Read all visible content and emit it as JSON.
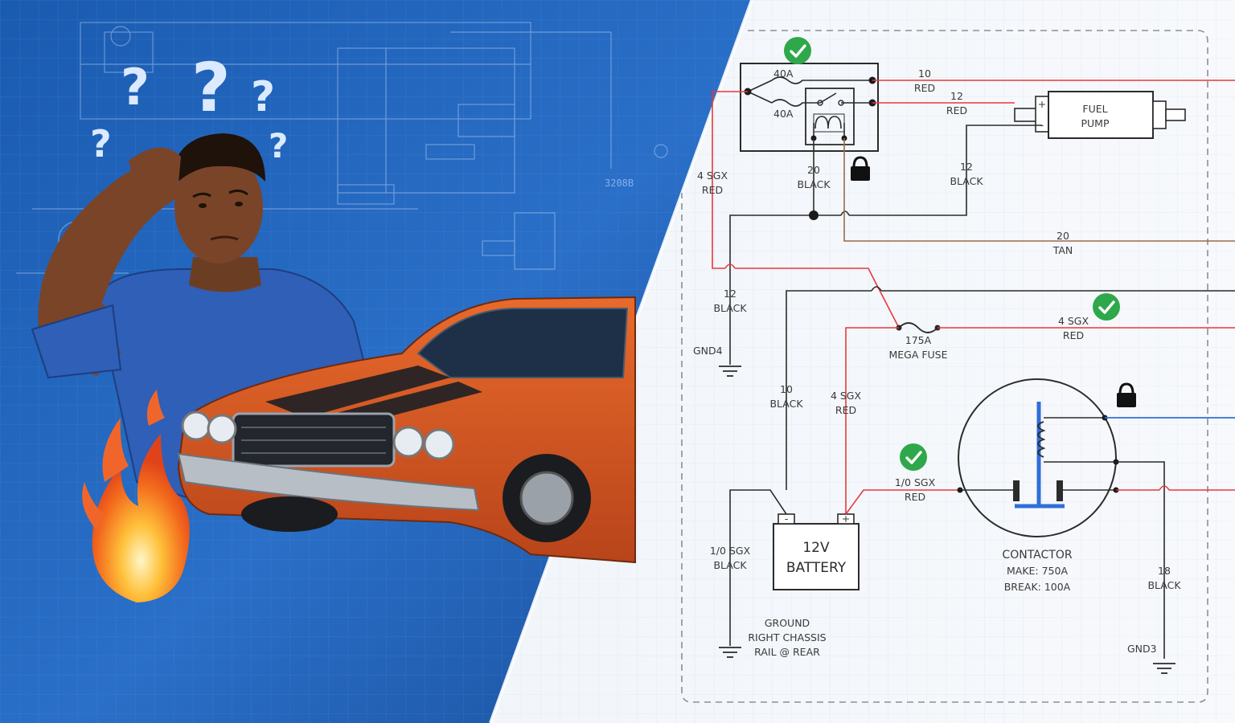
{
  "illustration": {
    "question_marks": [
      "?",
      "?",
      "?",
      "?",
      "?"
    ],
    "blueprint_code": "3208B"
  },
  "schematic": {
    "relay": {
      "fuse_top": "40A",
      "fuse_bottom": "40A"
    },
    "wires": {
      "out_top": [
        "10",
        "RED"
      ],
      "out_pump": [
        "12",
        "RED"
      ],
      "pump_ground": [
        "12",
        "BLACK"
      ],
      "relay_coil_ground": [
        "20",
        "BLACK"
      ],
      "tan": [
        "20",
        "TAN"
      ],
      "feed_red": [
        "4 SGX",
        "RED"
      ],
      "gnd4_wire": [
        "12",
        "BLACK"
      ],
      "mega_out": [
        "4 SGX",
        "RED"
      ],
      "batt_neg": [
        "10",
        "BLACK"
      ],
      "batt_pos": [
        "4 SGX",
        "RED"
      ],
      "contactor_in": [
        "1/0 SGX",
        "RED"
      ],
      "chassis": [
        "1/0 SGX",
        "BLACK"
      ],
      "gnd3_wire": [
        "18",
        "BLACK"
      ]
    },
    "fuel_pump": [
      "FUEL",
      "PUMP"
    ],
    "mega_fuse": [
      "175A",
      "MEGA FUSE"
    ],
    "battery": [
      "12V",
      "BATTERY"
    ],
    "battery_terminals": {
      "neg": "-",
      "pos": "+"
    },
    "contactor": [
      "CONTACTOR",
      "MAKE: 750A",
      "BREAK: 100A"
    ],
    "grounds": {
      "gnd4": "GND4",
      "gnd3": "GND3"
    },
    "ground_note": [
      "GROUND",
      "RIGHT CHASSIS",
      "RAIL @ REAR"
    ],
    "colors": {
      "red_wire": "#e8383b",
      "black_wire": "#2b2b2b",
      "tan_wire": "#9a6a4c",
      "blue_wire": "#2f6fd8",
      "check_green": "#2ea84a",
      "blueprint_bg": "#1f5fb5"
    }
  }
}
